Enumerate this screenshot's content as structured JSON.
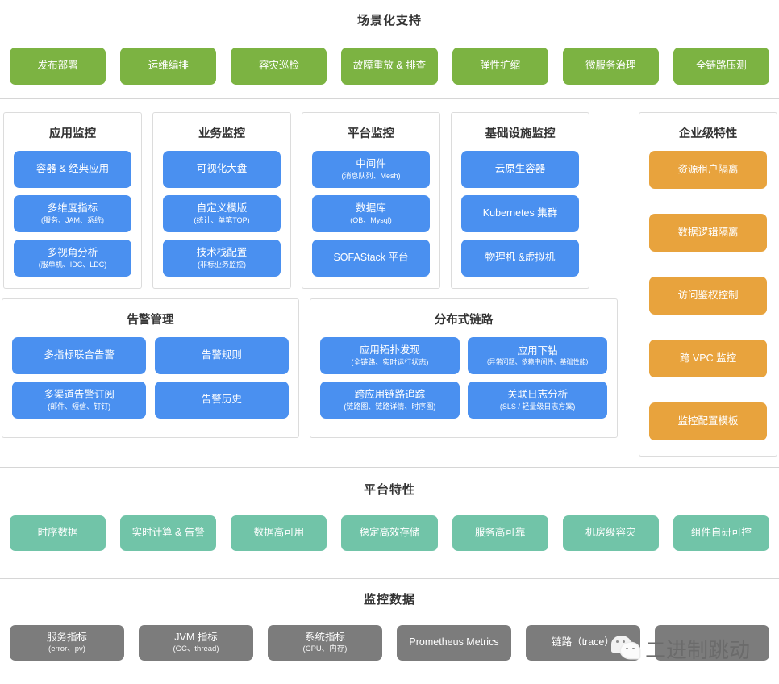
{
  "scenario": {
    "title": "场景化支持",
    "items": [
      {
        "label": "发布部署"
      },
      {
        "label": "运维编排"
      },
      {
        "label": "容灾巡检"
      },
      {
        "label": "故障重放 & 排查"
      },
      {
        "label": "弹性扩缩"
      },
      {
        "label": "微服务治理"
      },
      {
        "label": "全链路压测"
      }
    ]
  },
  "monitoring": {
    "columns": [
      {
        "title": "应用监控",
        "items": [
          {
            "label": "容器 & 经典应用",
            "sub": ""
          },
          {
            "label": "多维度指标",
            "sub": "(服务、JAM、系统)"
          },
          {
            "label": "多视角分析",
            "sub": "(服单机、IDC、LDC)"
          }
        ]
      },
      {
        "title": "业务监控",
        "items": [
          {
            "label": "可视化大盘",
            "sub": ""
          },
          {
            "label": "自定义模版",
            "sub": "(统计、单笔TOP)"
          },
          {
            "label": "技术栈配置",
            "sub": "(非标业务监控)"
          }
        ]
      },
      {
        "title": "平台监控",
        "items": [
          {
            "label": "中间件",
            "sub": "(消息队列、Mesh)"
          },
          {
            "label": "数据库",
            "sub": "(OB、Mysql)"
          },
          {
            "label": "SOFAStack 平台",
            "sub": ""
          }
        ]
      },
      {
        "title": "基础设施监控",
        "items": [
          {
            "label": "云原生容器",
            "sub": ""
          },
          {
            "label": "Kubernetes 集群",
            "sub": ""
          },
          {
            "label": "物理机 &虚拟机",
            "sub": ""
          }
        ]
      }
    ]
  },
  "enterprise": {
    "title": "企业级特性",
    "items": [
      {
        "label": "资源租户隔离"
      },
      {
        "label": "数据逻辑隔离"
      },
      {
        "label": "访问鉴权控制"
      },
      {
        "label": "跨 VPC 监控"
      },
      {
        "label": "监控配置模板"
      }
    ]
  },
  "alert": {
    "title": "告警管理",
    "items": [
      {
        "label": "多指标联合告警",
        "sub": ""
      },
      {
        "label": "告警规则",
        "sub": ""
      },
      {
        "label": "多渠道告警订阅",
        "sub": "(邮件、短信、钉钉)"
      },
      {
        "label": "告警历史",
        "sub": ""
      }
    ]
  },
  "trace": {
    "title": "分布式链路",
    "items": [
      {
        "label": "应用拓扑发现",
        "sub": "(全链路、实时运行状态)"
      },
      {
        "label": "应用下钻",
        "sub": "(异常问题、依赖中间件、基础性能)"
      },
      {
        "label": "跨应用链路追踪",
        "sub": "(链路图、链路详情、时序图)"
      },
      {
        "label": "关联日志分析",
        "sub": "(SLS / 轻量级日志方案)"
      }
    ]
  },
  "platform": {
    "title": "平台特性",
    "items": [
      {
        "label": "时序数据"
      },
      {
        "label": "实时计算 & 告警"
      },
      {
        "label": "数据高可用"
      },
      {
        "label": "稳定高效存储"
      },
      {
        "label": "服务高可靠"
      },
      {
        "label": "机房级容灾"
      },
      {
        "label": "组件自研可控"
      }
    ]
  },
  "data": {
    "title": "监控数据",
    "items": [
      {
        "label": "服务指标",
        "sub": "(error、pv)"
      },
      {
        "label": "JVM 指标",
        "sub": "(GC、thread)"
      },
      {
        "label": "系统指标",
        "sub": "(CPU、内存)"
      },
      {
        "label": "Prometheus Metrics",
        "sub": ""
      },
      {
        "label": "链路（trace）",
        "sub": ""
      },
      {
        "label": "",
        "sub": ""
      }
    ]
  },
  "watermark": {
    "text": "二进制跳动",
    "icon": "wechat-icon"
  },
  "colors": {
    "green": "#7cb342",
    "blue": "#4a90f0",
    "orange": "#e8a33d",
    "mint": "#71c4a8",
    "gray": "#7c7c7c",
    "border": "#dcdcdc",
    "title": "#333333"
  }
}
